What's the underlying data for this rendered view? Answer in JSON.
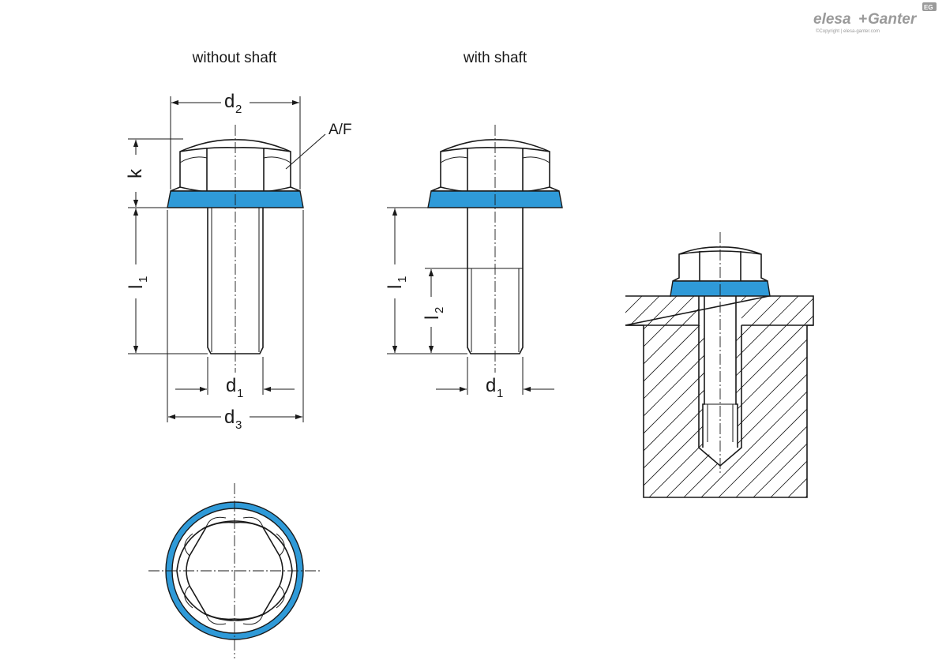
{
  "brand": {
    "name_left": "elesa",
    "name_plus": "+",
    "name_right": "Ganter",
    "copyright": "©Copyright | elesa-ganter.com",
    "badge": "EG"
  },
  "captions": {
    "without_shaft": "without shaft",
    "with_shaft": "with shaft"
  },
  "dimensions": {
    "d2": {
      "base": "d",
      "sub": "2"
    },
    "af": "A/F",
    "k": "k",
    "l1_left": {
      "base": "l",
      "sub": "1"
    },
    "d1_left": {
      "base": "d",
      "sub": "1"
    },
    "d3": {
      "base": "d",
      "sub": "3"
    },
    "l1_right": {
      "base": "l",
      "sub": "1"
    },
    "l2": {
      "base": "l",
      "sub": "2"
    },
    "d1_right": {
      "base": "d",
      "sub": "1"
    }
  },
  "colors": {
    "washer": "#2f9ad8",
    "line": "#1a1a1a",
    "brand": "#9a9a9a"
  }
}
